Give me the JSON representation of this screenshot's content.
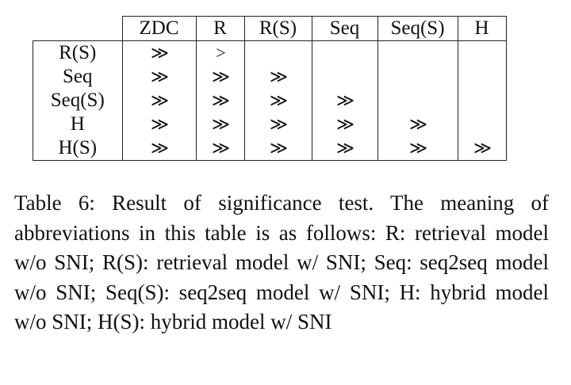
{
  "table": {
    "columns": [
      "",
      "ZDC",
      "R",
      "R(S)",
      "Seq",
      "Seq(S)",
      "H"
    ],
    "rows": [
      {
        "label": "R(S)",
        "cells": [
          "≫",
          ">",
          "",
          "",
          "",
          ""
        ]
      },
      {
        "label": "Seq",
        "cells": [
          "≫",
          "≫",
          "≫",
          "",
          "",
          ""
        ]
      },
      {
        "label": "Seq(S)",
        "cells": [
          "≫",
          "≫",
          "≫",
          "≫",
          "",
          ""
        ]
      },
      {
        "label": "H",
        "cells": [
          "≫",
          "≫",
          "≫",
          "≫",
          "≫",
          ""
        ]
      },
      {
        "label": "H(S)",
        "cells": [
          "≫",
          "≫",
          "≫",
          "≫",
          "≫",
          "≫"
        ]
      }
    ]
  },
  "caption": {
    "text": "Table 6: Result of significance test. The meaning of abbreviations in this table is as follows: R: retrieval model w/o SNI; R(S): retrieval model w/ SNI; Seq: seq2seq model w/o SNI; Seq(S): seq2seq model w/ SNI; H: hybrid model w/o SNI; H(S): hybrid model w/ SNI"
  }
}
